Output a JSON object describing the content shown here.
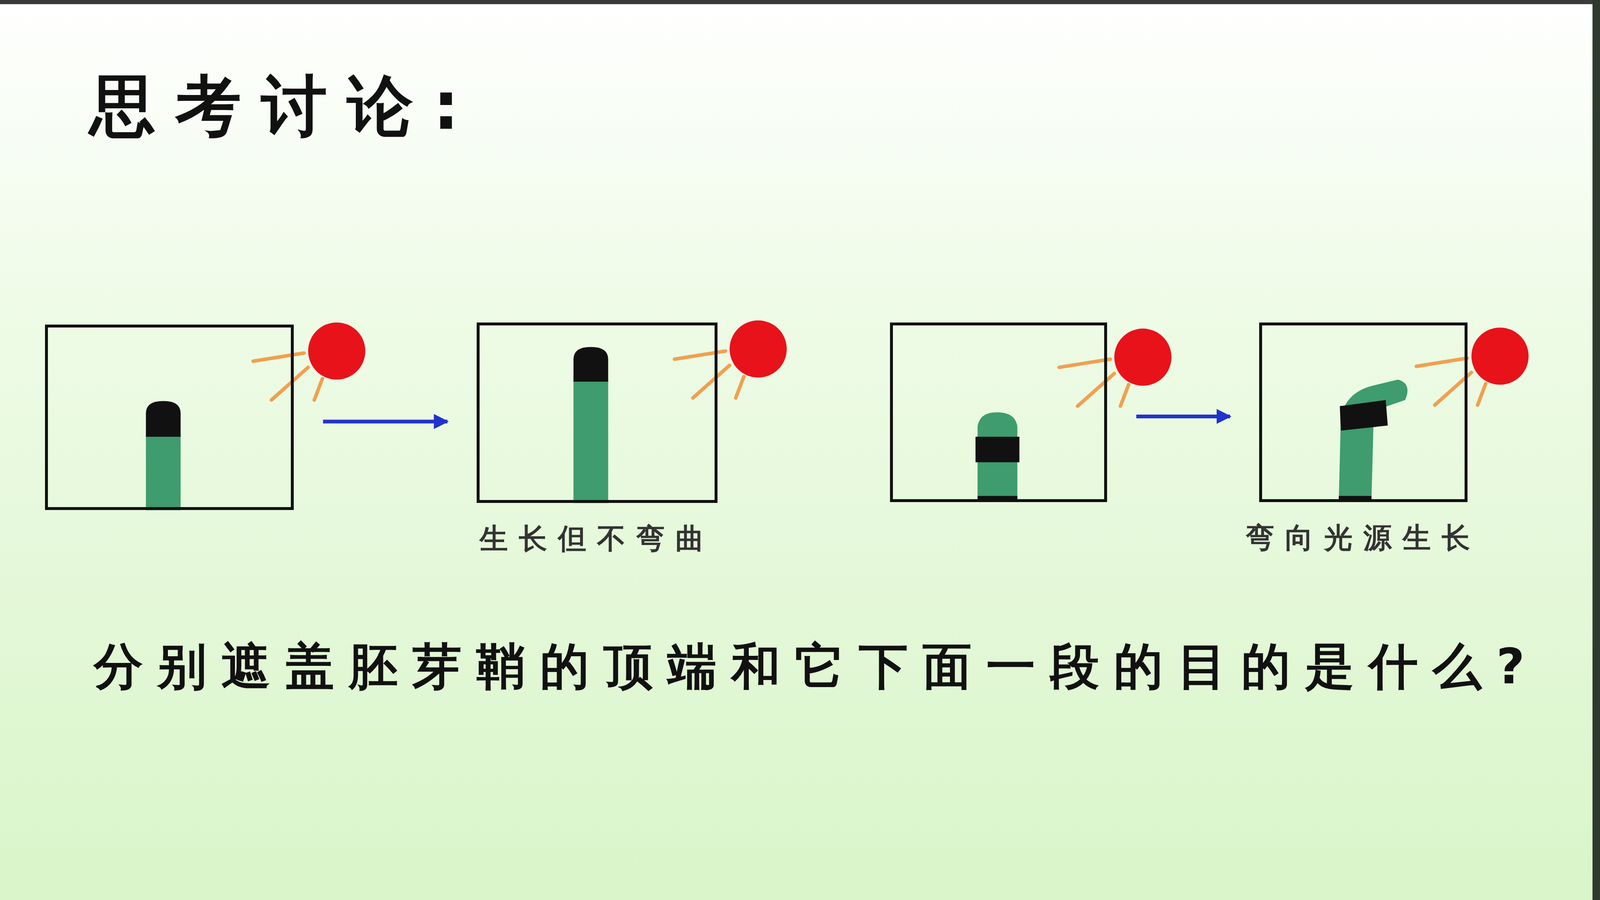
{
  "diagram": {
    "title": "思考讨论:",
    "nodes": [
      {
        "text": []
      },
      {
        "text": [
          "生长但不弯曲"
        ]
      },
      {
        "text": []
      },
      {
        "text": [
          "弯向光源生长"
        ]
      }
    ],
    "edges": [
      {
        "from": 0,
        "to": 1,
        "arrow": "to"
      },
      {
        "from": 2,
        "to": 3,
        "arrow": "to"
      }
    ],
    "labels": [
      "分别遮盖胚芽鞘的顶端和它下面一段的目的是什么?"
    ]
  }
}
